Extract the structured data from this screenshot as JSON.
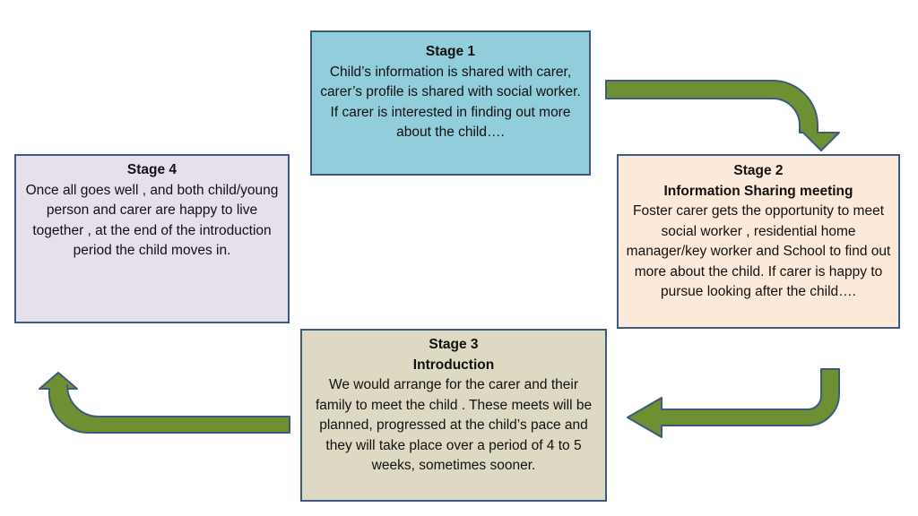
{
  "colors": {
    "stage1_fill": "#92cddc",
    "stage2_fill": "#fde9d9",
    "stage3_fill": "#ddd9c3",
    "stage4_fill": "#e5e0ec",
    "box_border": "#3f5a80",
    "arrow_fill": "#6f8f33",
    "arrow_stroke": "#3f5a80"
  },
  "stages": [
    {
      "title": "Stage 1",
      "subtitle": "",
      "body": "Child’s information is shared with carer, carer’s profile is shared with social worker. If carer is interested in finding out more about the child…."
    },
    {
      "title": "Stage 2",
      "subtitle": "Information Sharing meeting",
      "body": "Foster carer gets the opportunity to meet social worker , residential home manager/key worker and School to find out more about the child. If carer is happy to pursue looking after the child…."
    },
    {
      "title": "Stage 3",
      "subtitle": "Introduction",
      "body": "We would arrange for the carer and their family to meet the child . These meets will be planned, progressed at the child’s pace and they will take place over a period of 4 to 5 weeks, sometimes sooner."
    },
    {
      "title": "Stage 4",
      "subtitle": "",
      "body": "Once all goes well , and both child/young person and carer are happy to live together , at the end of the introduction period the child moves in."
    }
  ],
  "arrows": [
    {
      "from": "stage-1",
      "to": "stage-2",
      "icon": "curved-arrow-right-down"
    },
    {
      "from": "stage-2",
      "to": "stage-3",
      "icon": "curved-arrow-down-left"
    },
    {
      "from": "stage-3",
      "to": "stage-4",
      "icon": "curved-arrow-left-up"
    }
  ]
}
